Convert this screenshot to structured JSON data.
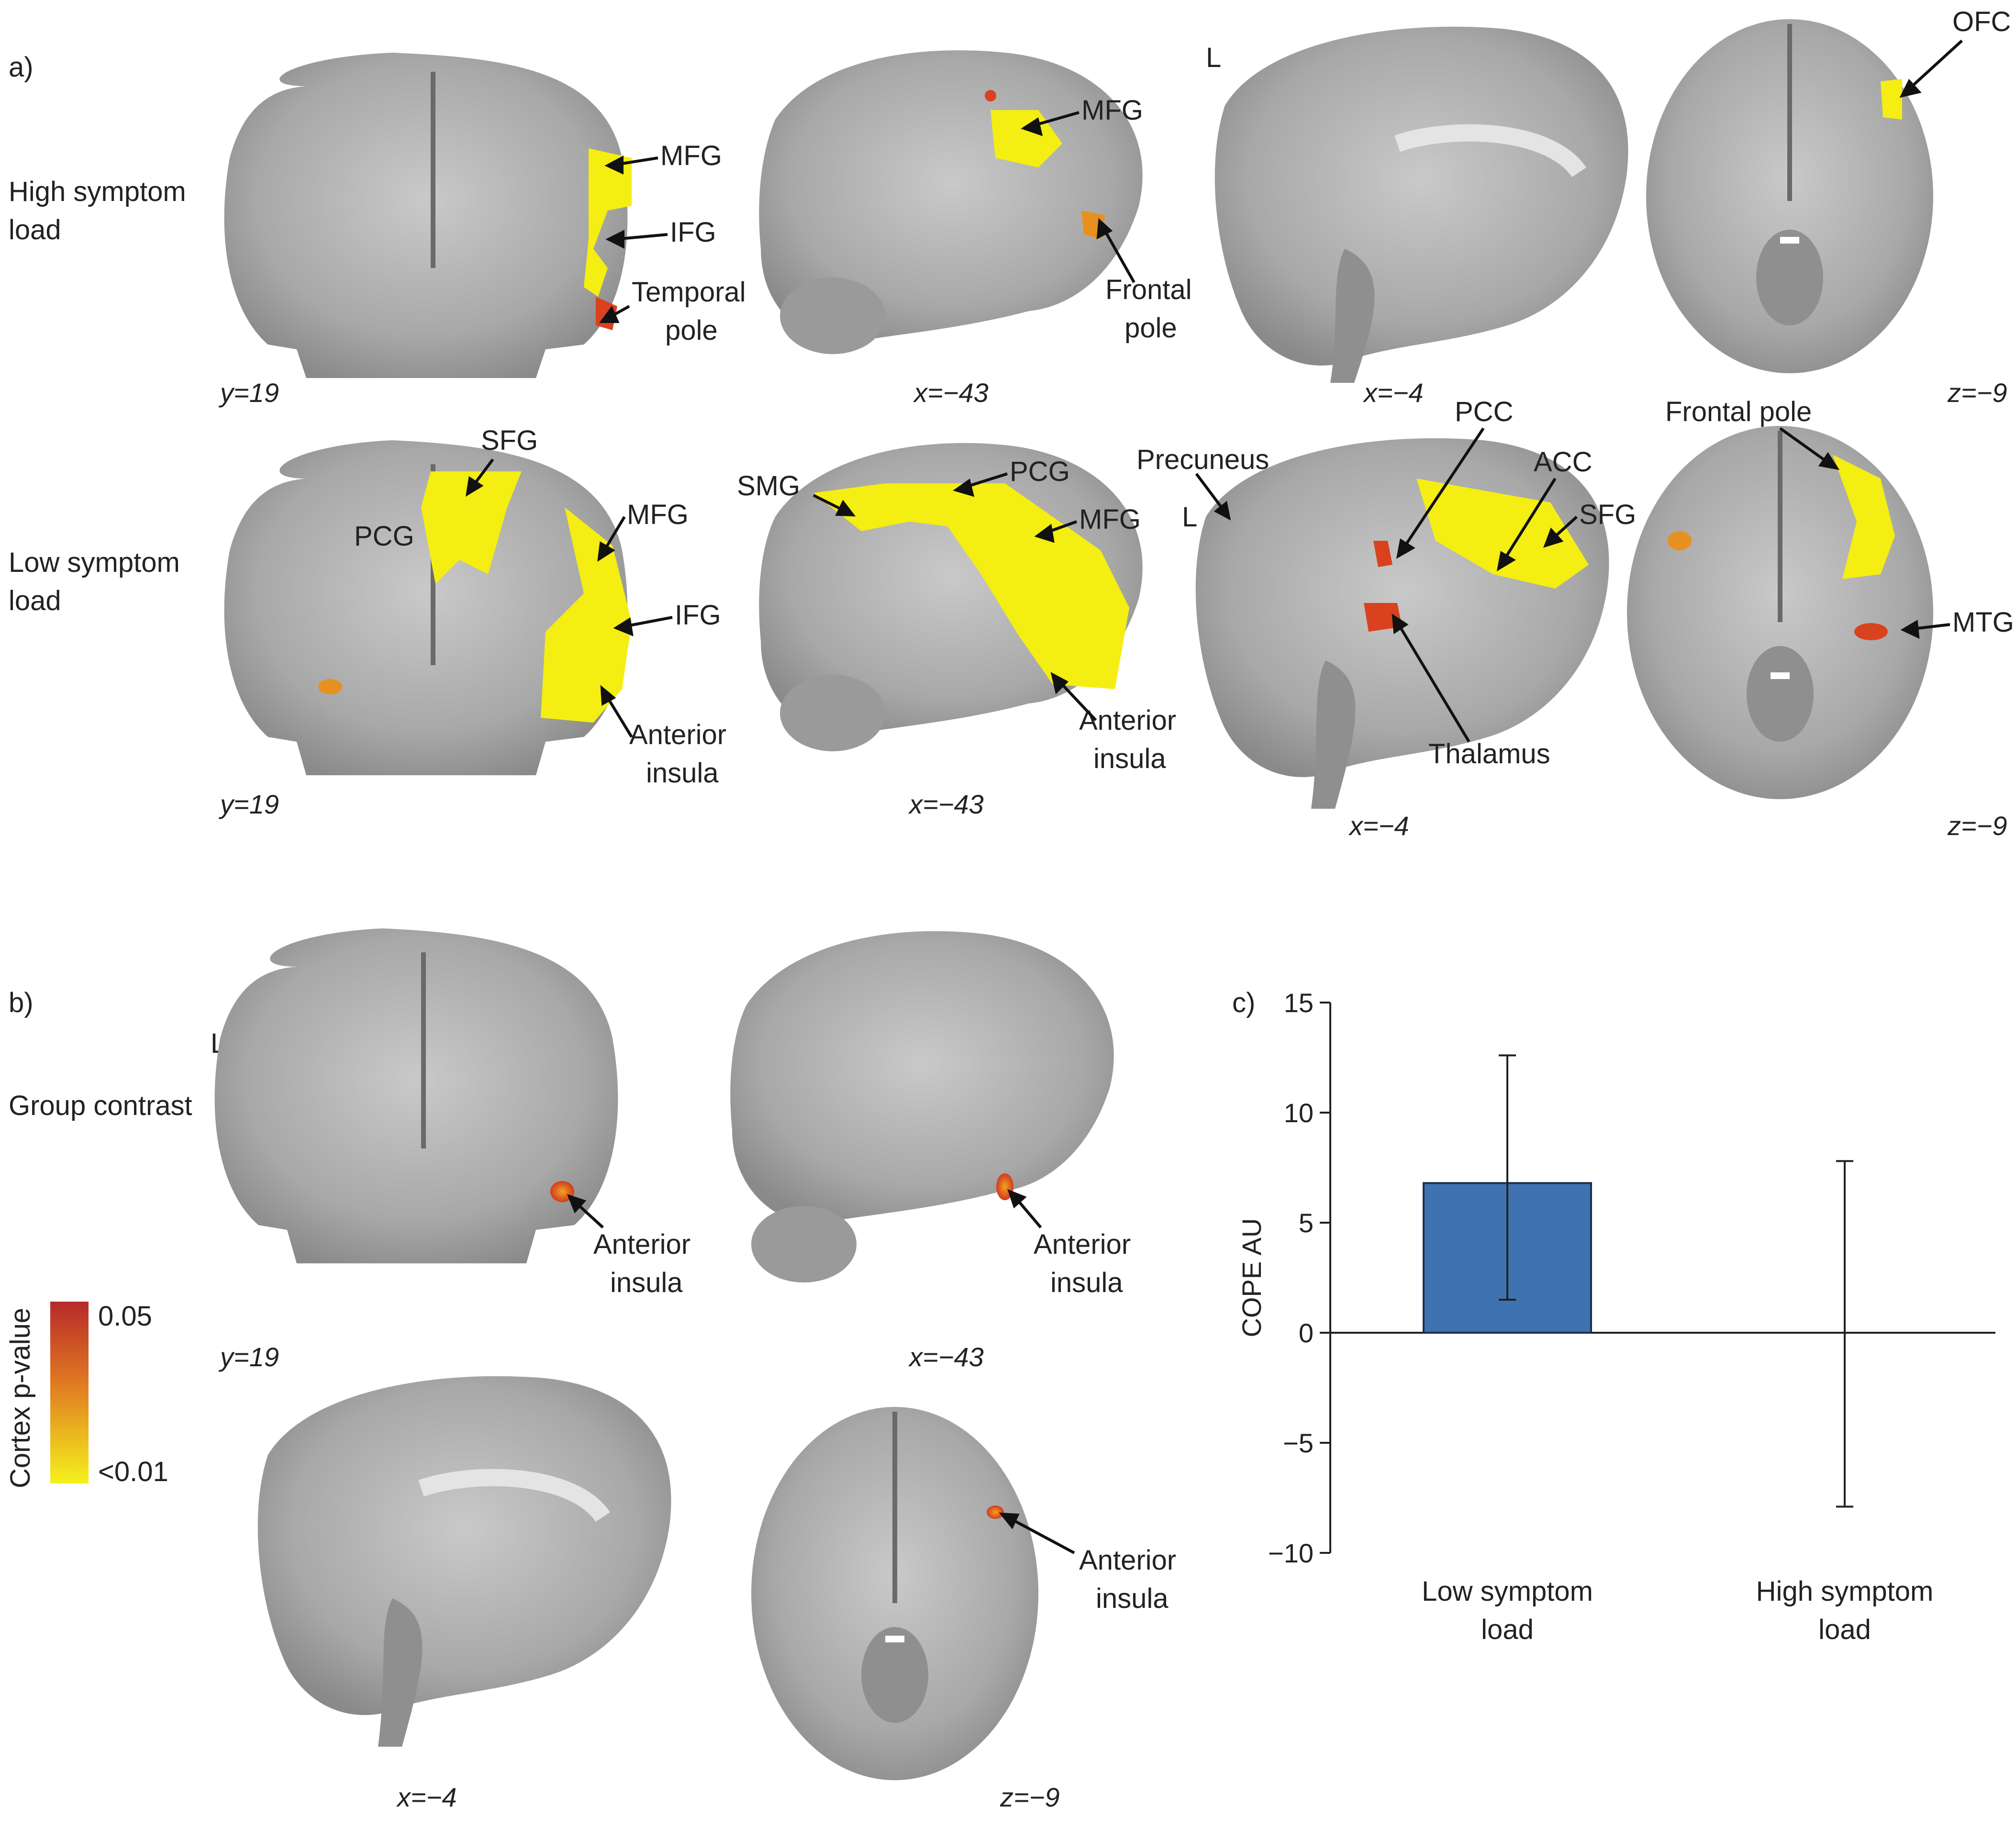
{
  "panel_a": {
    "label": "a)",
    "rows": [
      {
        "label_line1": "High symptom",
        "label_line2": "load",
        "coords": [
          "y=19",
          "x=−43",
          "x=−4",
          "z=−9"
        ],
        "L": "L",
        "annotations": [
          "MFG",
          "IFG",
          "Temporal",
          "pole",
          "MFG",
          "Frontal",
          "pole",
          "OFC"
        ]
      },
      {
        "label_line1": "Low symptom",
        "label_line2": "load",
        "coords": [
          "y=19",
          "x=−43",
          "x=−4",
          "z=−9"
        ],
        "L": "L",
        "annotations": [
          "SFG",
          "PCG",
          "MFG",
          "IFG",
          "Anterior",
          "insula",
          "SMG",
          "PCG",
          "MFG",
          "Anterior",
          "insula",
          "Precuneus",
          "PCC",
          "ACC",
          "SFG",
          "Thalamus",
          "Frontal pole",
          "MTG"
        ]
      }
    ]
  },
  "panel_b": {
    "label": "b)",
    "L": "L",
    "row_label": "Group contrast",
    "coords": [
      "y=19",
      "x=−43",
      "x=−4",
      "z=−9"
    ],
    "annotations": [
      "Anterior",
      "insula",
      "Anterior",
      "insula",
      "Anterior",
      "insula"
    ],
    "colorbar": {
      "title": "Cortex p-value",
      "top": "0.05",
      "bottom": "<0.01",
      "color_top": "#c8302a",
      "color_mid": "#e8901f",
      "color_bottom": "#f2f21e"
    }
  },
  "colors": {
    "brain_light": "#d4d4d4",
    "brain_mid": "#9c9c9c",
    "brain_dark": "#6a6a6a",
    "activation_yellow": "#f4ee12",
    "activation_red": "#d9421f",
    "bar": "#3f72b0"
  },
  "chart_data": {
    "panel_label": "c)",
    "type": "bar",
    "categories": [
      "Low symptom load",
      "High symptom load"
    ],
    "category_lines": [
      [
        "Low symptom",
        "load"
      ],
      [
        "High symptom",
        "load"
      ]
    ],
    "values": [
      6.8,
      0
    ],
    "error_low": [
      1.5,
      -7.9
    ],
    "error_high": [
      12.6,
      7.8
    ],
    "ylabel": "COPE AU",
    "ylim": [
      -10,
      15
    ],
    "yticks": [
      15,
      10,
      5,
      0,
      -5,
      -10
    ],
    "ytick_labels": [
      "15",
      "10",
      "5",
      "0",
      "−5",
      "−10"
    ],
    "grid": false
  }
}
